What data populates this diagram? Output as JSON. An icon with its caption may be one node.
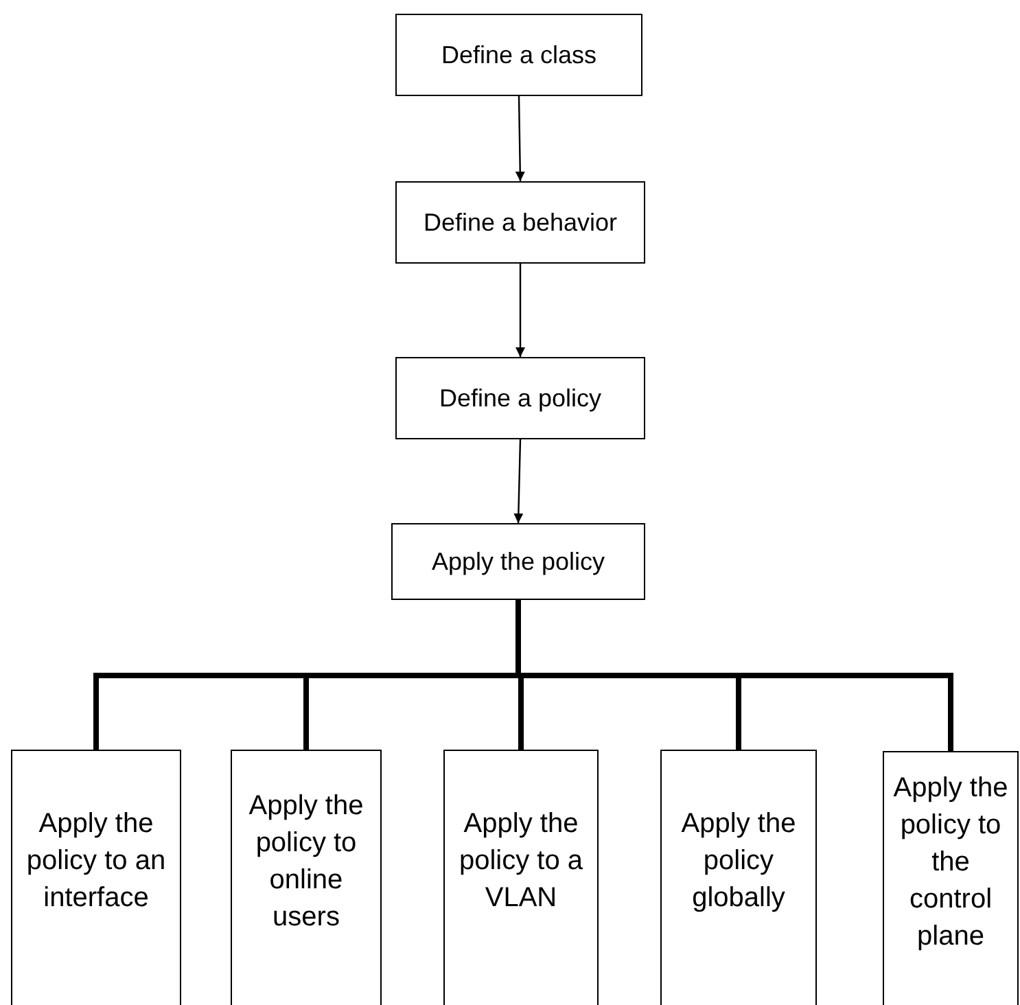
{
  "diagram": {
    "nodes": [
      {
        "text": [
          "Define a class"
        ]
      },
      {
        "text": [
          "Define a behavior"
        ]
      },
      {
        "text": [
          "Define a policy"
        ]
      },
      {
        "text": [
          "Apply the policy"
        ]
      },
      {
        "text": [
          "Apply the policy to an interface"
        ]
      },
      {
        "text": [
          "Apply the policy to online users"
        ]
      },
      {
        "text": [
          "Apply the policy to a VLAN"
        ]
      },
      {
        "text": [
          "Apply the policy globally"
        ]
      },
      {
        "text": [
          "Apply the policy to the control plane"
        ]
      }
    ],
    "edges": [
      {
        "from": 0,
        "to": 1,
        "arrow": "to"
      },
      {
        "from": 1,
        "to": 2,
        "arrow": "to"
      },
      {
        "from": 2,
        "to": 3,
        "arrow": "to"
      },
      {
        "from": 3,
        "to": 4,
        "arrow": "none"
      },
      {
        "from": 3,
        "to": 5,
        "arrow": "none"
      },
      {
        "from": 3,
        "to": 6,
        "arrow": "none"
      },
      {
        "from": 3,
        "to": 7,
        "arrow": "none"
      },
      {
        "from": 3,
        "to": 8,
        "arrow": "none"
      }
    ]
  }
}
